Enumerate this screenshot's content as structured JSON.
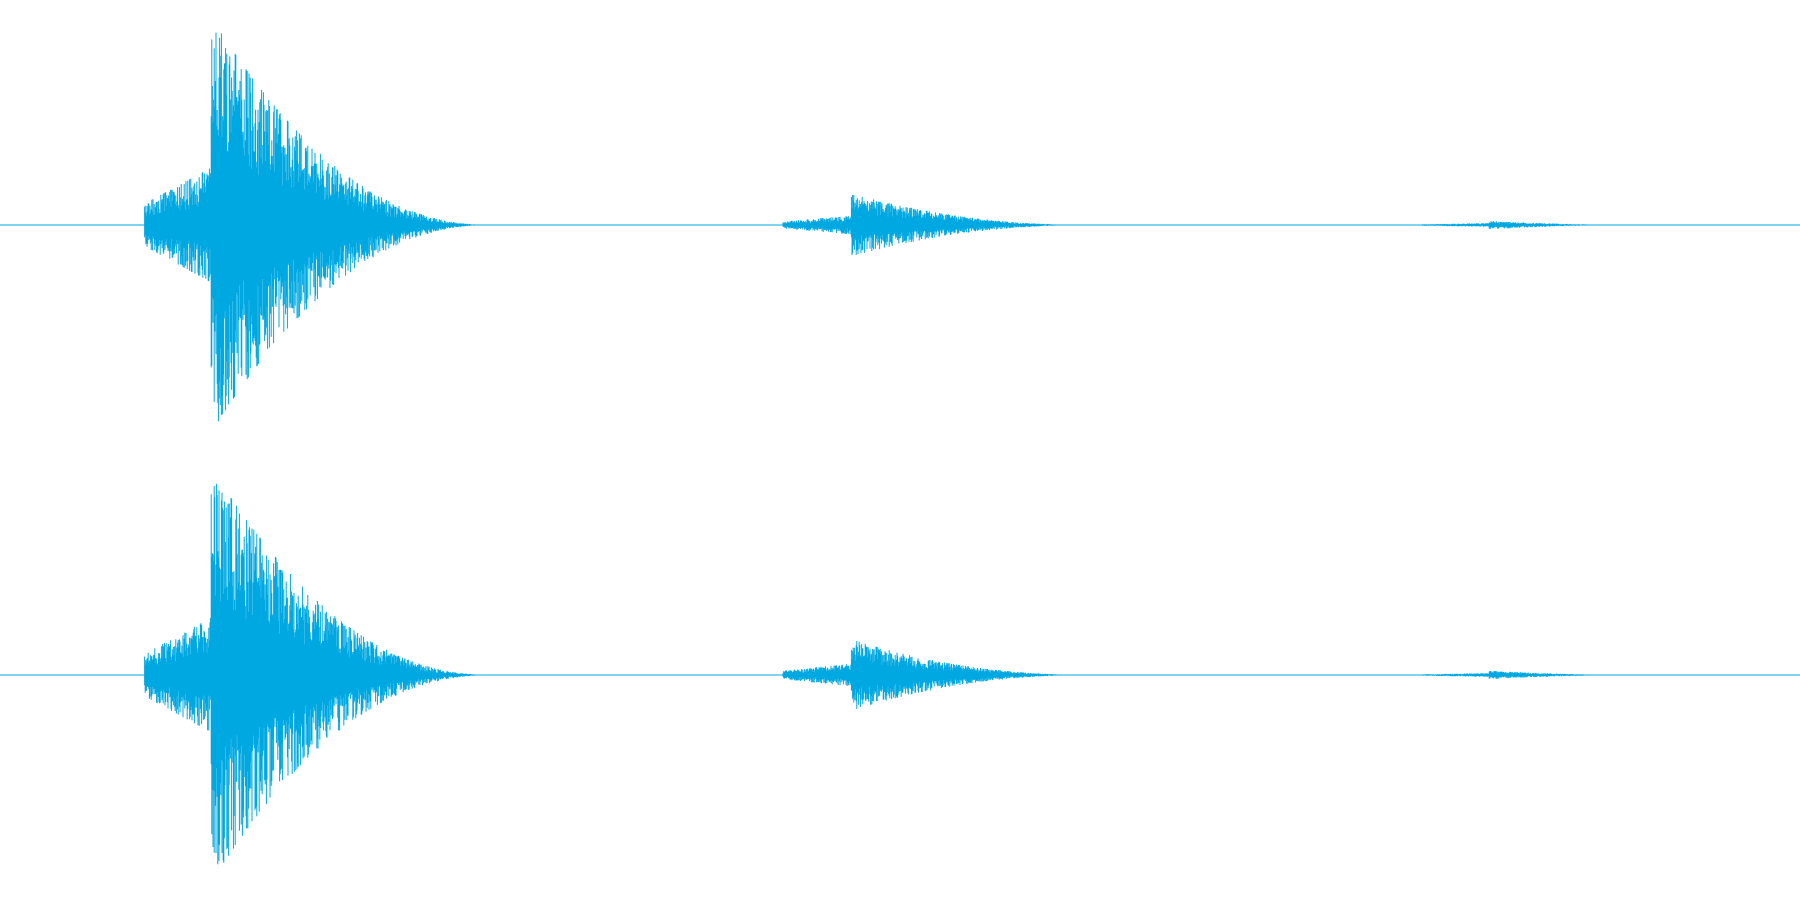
{
  "chart_data": {
    "type": "area",
    "background": "#ffffff",
    "color": "#00a8e2",
    "x_range_fraction": [
      0,
      1
    ],
    "y_range": [
      -1,
      1
    ],
    "grid": false,
    "legend": "none",
    "series": [
      {
        "channel_index": 1,
        "bursts": [
          {
            "start": 0.08,
            "peak": 0.12,
            "end": 0.275,
            "amplitude": 1.0,
            "pre_amplitude": 0.3
          },
          {
            "start": 0.435,
            "peak": 0.476,
            "end": 0.61,
            "amplitude": 0.15,
            "pre_amplitude": 0.05
          },
          {
            "start": 0.79,
            "peak": 0.83,
            "end": 0.92,
            "amplitude": 0.02,
            "pre_amplitude": 0.01
          }
        ]
      },
      {
        "channel_index": 2,
        "bursts": [
          {
            "start": 0.08,
            "peak": 0.12,
            "end": 0.275,
            "amplitude": 1.0,
            "pre_amplitude": 0.3
          },
          {
            "start": 0.435,
            "peak": 0.476,
            "end": 0.61,
            "amplitude": 0.17,
            "pre_amplitude": 0.06
          },
          {
            "start": 0.79,
            "peak": 0.83,
            "end": 0.92,
            "amplitude": 0.02,
            "pre_amplitude": 0.01
          }
        ]
      }
    ]
  }
}
